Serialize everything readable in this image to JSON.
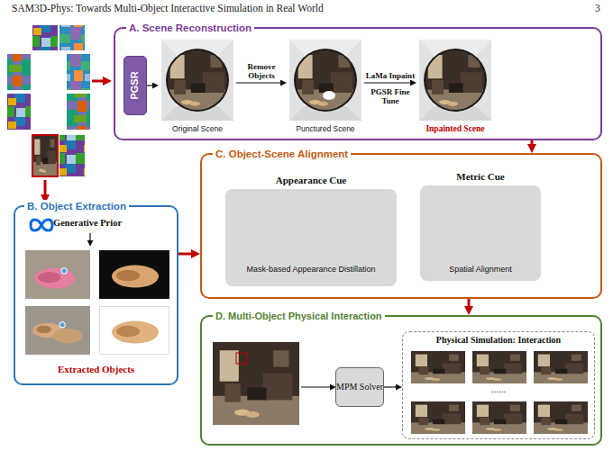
{
  "diagram": {
    "nodes": [
      {
        "text": [
          "A. Scene Reconstruction"
        ]
      },
      {
        "text": [
          "PGSR"
        ],
        "in": 0
      },
      {
        "text": [
          "Original Scene"
        ],
        "in": 0
      },
      {
        "text": [
          "Punctured Scene"
        ],
        "in": 0
      },
      {
        "text": [
          "Inpainted Scene"
        ],
        "in": 0
      },
      {
        "text": [
          "B. Object Extraction",
          "Generative Prior",
          "Extracted Objects"
        ]
      },
      {
        "text": [
          "C. Object-Scene Alignment"
        ]
      },
      {
        "text": [
          "Appearance Cue",
          "Mask-based Appearance Distillation"
        ],
        "in": 6
      },
      {
        "text": [
          "Metric Cue",
          "Spatial Alignment"
        ],
        "in": 6
      },
      {
        "text": [
          "D. Multi-Object Physical Interaction"
        ]
      },
      {
        "text": [
          "MPM Solver"
        ],
        "in": 9
      },
      {
        "text": [
          "Physical Simulation: Interaction",
          "......"
        ],
        "in": 9
      }
    ],
    "edges": [
      {
        "from": 1,
        "to": 2,
        "arrow": "to"
      },
      {
        "from": 2,
        "to": 3,
        "arrow": "to",
        "label": "Remove Objects"
      },
      {
        "from": 3,
        "to": 4,
        "arrow": "to",
        "label": "LaMa Inpaint"
      },
      {
        "from": 0,
        "to": 6,
        "arrow": "to"
      },
      {
        "from": 5,
        "to": 6,
        "arrow": "to"
      },
      {
        "from": 6,
        "to": 9,
        "arrow": "to"
      },
      {
        "from": 10,
        "to": 11,
        "arrow": "to"
      }
    ],
    "labels": [
      "SAM3D-Phys: Towards Multi-Object Interactive Simulation in Real World",
      "3",
      "PGSR Fine Tune"
    ]
  }
}
